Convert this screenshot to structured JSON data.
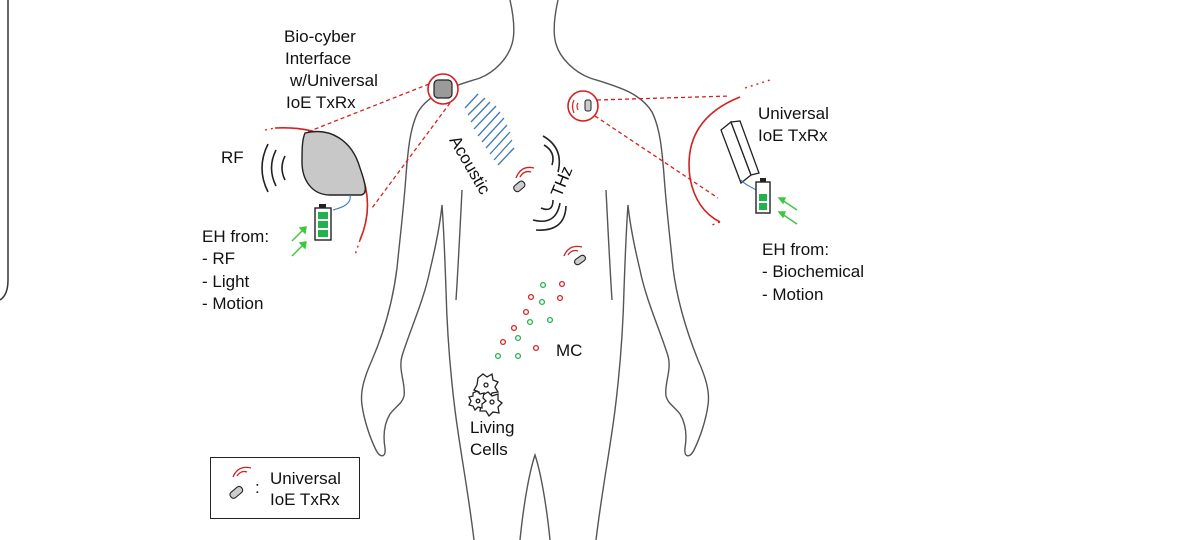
{
  "labels": {
    "bio_cyber": [
      "Bio-cyber",
      "Interface",
      "w/Universal",
      "IoE TxRx"
    ],
    "rf": "RF",
    "acoustic": "Acoustic",
    "thz": "THz",
    "universal_right": [
      "Universal",
      "IoE TxRx"
    ],
    "eh_left": [
      "EH from:",
      "- RF",
      "- Light",
      "- Motion"
    ],
    "eh_right": [
      "EH from:",
      "- Biochemical",
      "- Motion"
    ],
    "mc": "MC",
    "living_cells": [
      "Living",
      "Cells"
    ]
  },
  "legend": {
    "colon": ":",
    "text_line1": "Universal",
    "text_line2": "IoE TxRx"
  },
  "colors": {
    "signal_red": "#d42020",
    "acoustic_blue": "#3f79b8",
    "battery_green": "#22b14c",
    "arrow_green": "#3cc83c",
    "implant_grey": "#c8c8c8",
    "outline": "#555555"
  }
}
